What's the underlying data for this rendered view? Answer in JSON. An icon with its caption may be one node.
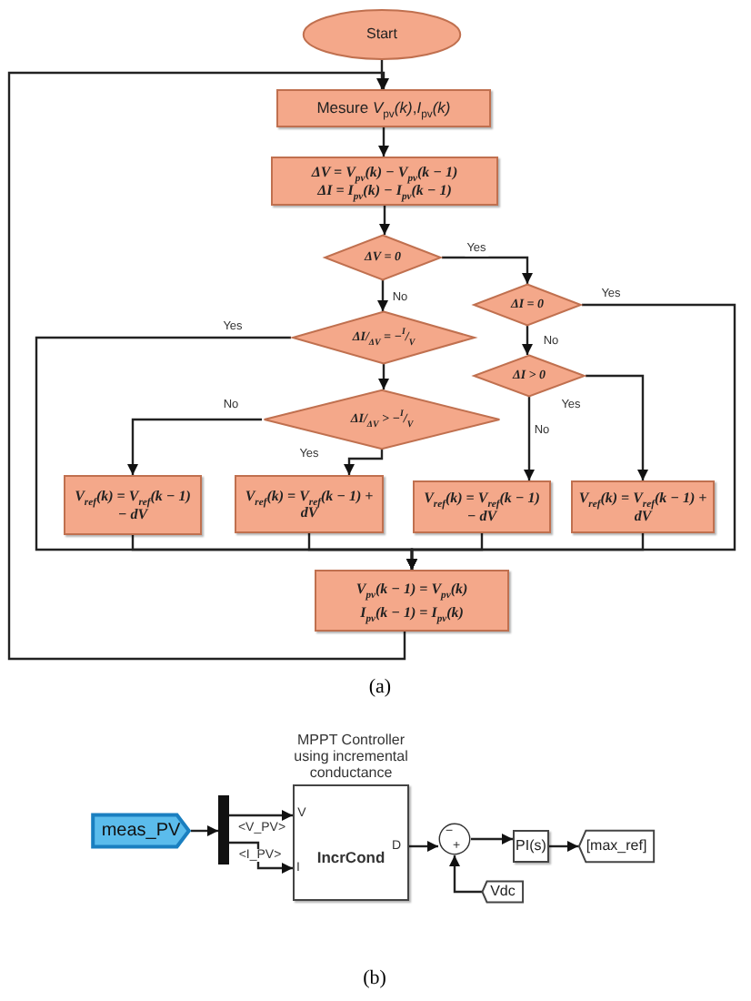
{
  "diagram": {
    "nodes": [
      {
        "text": [
          "Start"
        ]
      },
      {
        "text": [
          "Mesure *V*$_{pv}$*(k)*,*I*$_{pv}$*(k)*"
        ]
      },
      {
        "text": [
          "ΔV = V$_{pv}$(k) − V$_{pv}$(k − 1)",
          "ΔI = I$_{pv}$(k) − I$_{pv}$(k − 1)"
        ]
      },
      {
        "text": [
          "ΔV = 0"
        ]
      },
      {
        "text": [
          "ΔI = 0"
        ]
      },
      {
        "text": [
          "ΔI/$_{ΔV}$ = −$^{I}$/$_{V}$"
        ]
      },
      {
        "text": [
          "ΔI > 0"
        ]
      },
      {
        "text": [
          "ΔI/$_{ΔV}$ > −$^{I}$/$_{V}$"
        ]
      },
      {
        "text": [
          "V$_{ref}$(k) = V$_{ref}$(k − 1) − dV"
        ]
      },
      {
        "text": [
          "V$_{ref}$(k) = V$_{ref}$(k − 1) + dV"
        ]
      },
      {
        "text": [
          "V$_{ref}$(k) = V$_{ref}$(k − 1) − dV"
        ]
      },
      {
        "text": [
          "V$_{ref}$(k) = V$_{ref}$(k − 1) + dV"
        ]
      },
      {
        "text": [
          "V$_{pv}$(k − 1) = V$_{pv}$(k)",
          "I$_{pv}$(k − 1) = I$_{pv}$(k)"
        ]
      },
      {
        "text": [
          "meas_PV"
        ]
      },
      {
        "text": [],
        "shape": "bar"
      },
      {
        "text": [
          "IncrCond"
        ],
        "beside": [
          "MPPT Controller using incremental conductance"
        ]
      },
      {
        "text": [],
        "shape": "circle"
      },
      {
        "text": [
          "PI(s)"
        ]
      },
      {
        "text": [
          "Vdc"
        ]
      },
      {
        "text": [
          "[max_ref]"
        ]
      }
    ],
    "edges": [
      {
        "from": 0,
        "to": 1,
        "arrow": "to"
      },
      {
        "from": 1,
        "to": 2,
        "arrow": "to"
      },
      {
        "from": 2,
        "to": 3,
        "arrow": "to"
      },
      {
        "from": 3,
        "to": 4,
        "arrow": "to",
        "label": "Yes"
      },
      {
        "from": 3,
        "to": 5,
        "arrow": "to",
        "label": "No"
      },
      {
        "from": 4,
        "to": 12,
        "arrow": "to",
        "label": "Yes"
      },
      {
        "from": 4,
        "to": 6,
        "arrow": "to",
        "label": "No"
      },
      {
        "from": 5,
        "to": 12,
        "arrow": "to",
        "label": "Yes"
      },
      {
        "from": 5,
        "to": 7,
        "arrow": "to"
      },
      {
        "from": 7,
        "to": 8,
        "arrow": "to",
        "label": "No"
      },
      {
        "from": 7,
        "to": 9,
        "arrow": "to",
        "label": "Yes"
      },
      {
        "from": 6,
        "to": 10,
        "arrow": "to",
        "label": "No"
      },
      {
        "from": 6,
        "to": 11,
        "arrow": "to",
        "label": "Yes"
      },
      {
        "from": 8,
        "to": 12,
        "arrow": "to"
      },
      {
        "from": 9,
        "to": 12,
        "arrow": "to"
      },
      {
        "from": 10,
        "to": 12,
        "arrow": "to"
      },
      {
        "from": 11,
        "to": 12,
        "arrow": "to"
      },
      {
        "from": 12,
        "to": 1,
        "arrow": "to"
      },
      {
        "from": 13,
        "to": 14,
        "arrow": "to"
      },
      {
        "from": 14,
        "to": 15,
        "arrow": "to",
        "label": "<V_PV>"
      },
      {
        "from": 14,
        "to": 15,
        "arrow": "to",
        "label": "<I_PV>"
      },
      {
        "from": 15,
        "to": 16,
        "arrow": "to"
      },
      {
        "from": 18,
        "to": 16,
        "arrow": "to"
      },
      {
        "from": 16,
        "to": 17,
        "arrow": "to"
      },
      {
        "from": 17,
        "to": 19,
        "arrow": "to"
      }
    ],
    "labels": [
      "(a)",
      "V",
      "I",
      "D",
      "−",
      "+",
      "(b)"
    ]
  }
}
